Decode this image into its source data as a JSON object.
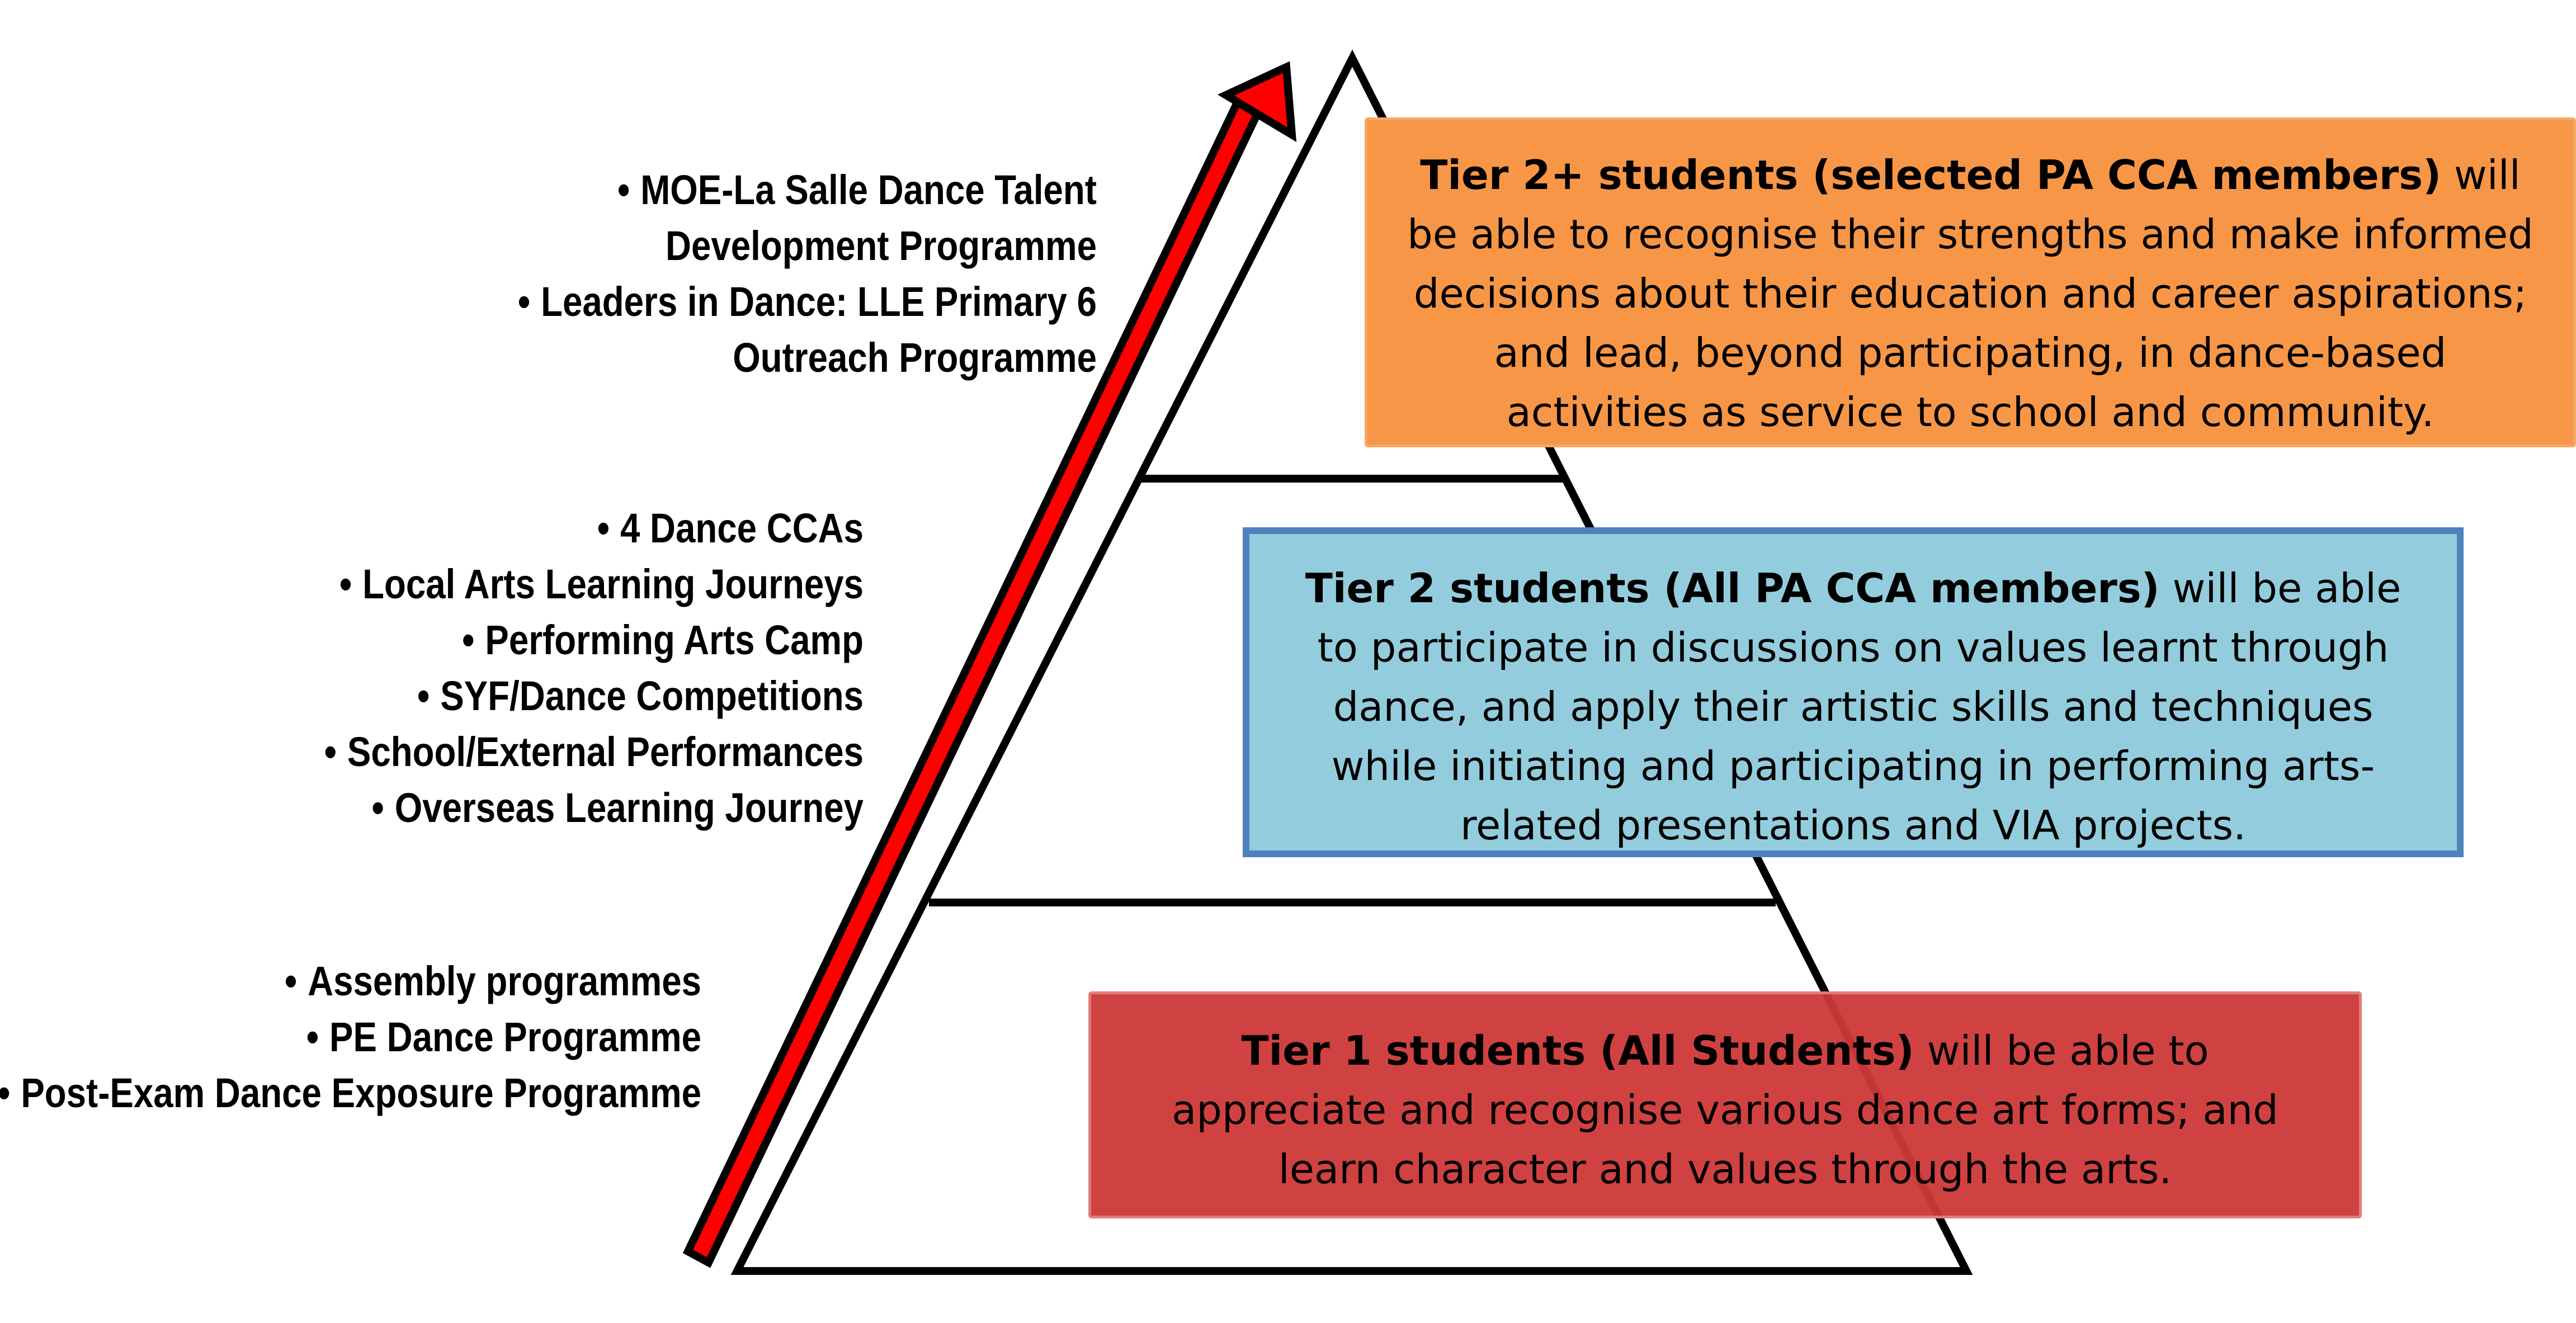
{
  "pyramid_activities": {
    "top": [
      "MOE-La Salle Dance Talent Development Programme",
      "Leaders in Dance: LLE Primary 6 Outreach Programme"
    ],
    "middle": [
      "4 Dance CCAs",
      "Local Arts Learning Journeys",
      "Performing Arts Camp",
      "SYF/Dance Competitions",
      "School/External Performances",
      "Overseas Learning Journey"
    ],
    "bottom": [
      "Assembly programmes",
      "PE Dance Programme",
      "Post-Exam Dance Exposure Programme"
    ]
  },
  "tiers": {
    "tier2plus": {
      "lead": "Tier 2+ students (selected PA CCA members)",
      "text": " will be able to recognise their strengths and make informed decisions about their education and career aspirations; and lead, beyond participating, in dance-based activities as service to school and community."
    },
    "tier2": {
      "lead": "Tier 2 students (All PA CCA members)",
      "text": " will be able to participate in discussions on values learnt through dance, and apply their artistic skills and techniques while initiating and participating in performing arts-related presentations and VIA projects."
    },
    "tier1": {
      "lead": "Tier 1 students (All Students)",
      "text": " will be able to appreciate and recognise various dance art forms; and learn character and values through the arts."
    }
  },
  "colors": {
    "tier2plus_fill": "#f79646",
    "tier2_fill": "#93cddd",
    "tier2_border": "#4f81bd",
    "tier1_fill": "#cd3837",
    "arrow_fill": "#ff0000",
    "pyramid_stroke": "#000000"
  }
}
